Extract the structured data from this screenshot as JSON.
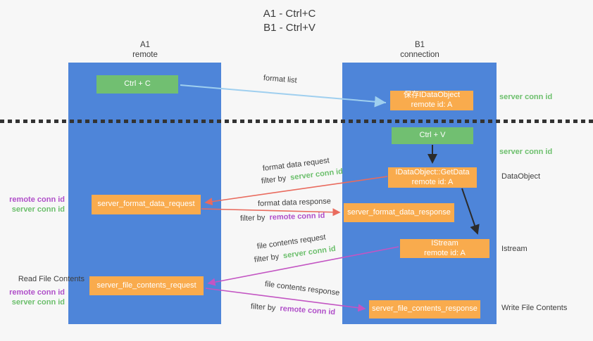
{
  "title": {
    "line1": "A1 - Ctrl+C",
    "line2": "B1 - Ctrl+V"
  },
  "lanes": [
    {
      "name": "A1",
      "role": "remote"
    },
    {
      "name": "B1",
      "role": "connection"
    }
  ],
  "nodes": {
    "ctrl_c": {
      "label": "Ctrl + C"
    },
    "save_dataobject": {
      "line1": "保存IDataObject",
      "line2": "remote id: A"
    },
    "ctrl_v": {
      "label": "Ctrl + V"
    },
    "getdata": {
      "line1": "IDataObject::GetData",
      "line2": "remote id: A"
    },
    "format_request": {
      "label": "server_format_data_request"
    },
    "format_response": {
      "label": "server_format_data_response"
    },
    "istream": {
      "line1": "IStream",
      "line2": "remote id: A"
    },
    "file_request": {
      "label": "server_file_contents_request"
    },
    "file_response": {
      "label": "server_file_contents_response"
    }
  },
  "arrow_labels": {
    "format_list": "format list",
    "format_data_request": "format data request",
    "format_data_response": "format data response",
    "file_contents_request": "file contents request",
    "file_contents_response": "file contents response",
    "filter_by": "filter by",
    "server_conn_id": "server conn id",
    "remote_conn_id": "remote conn id"
  },
  "annotations": {
    "server_conn_id": "server conn id",
    "remote_conn_id": "remote conn id",
    "dataobject": "DataObject",
    "istream": "Istream",
    "read_file_contents": "Read File Contents",
    "write_file_contents": "Write File Contents"
  },
  "colors": {
    "lane_blue": "#4e85d9",
    "action_green": "#71bf71",
    "message_orange": "#f9ab4d",
    "format_arrow_red": "#e96b5e",
    "file_arrow_magenta": "#c355c3",
    "format_list_arrow_blue": "#9fcfef",
    "black_arrow": "#2b2b2b",
    "server_conn_green": "#6cbf6c",
    "remote_conn_purple": "#b04fc9"
  }
}
